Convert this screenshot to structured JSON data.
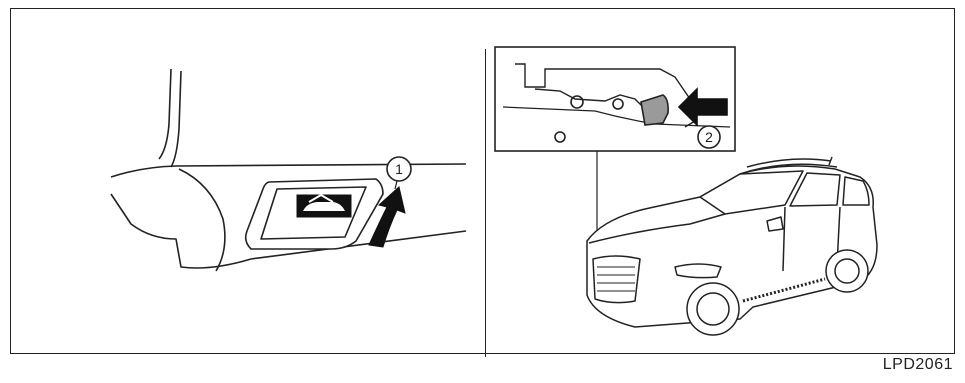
{
  "figure": {
    "id": "LPD2061",
    "callouts": [
      "1",
      "2"
    ]
  },
  "icons": {
    "release_lever": "hood-release-car-icon",
    "pull_arrow": "curved-up-arrow-icon",
    "push_arrow": "left-arrow-icon",
    "vehicle": "suv-vehicle-icon",
    "latch": "hood-latch-detail-icon"
  },
  "colors": {
    "line": "#222222",
    "fill": "#ffffff",
    "shade": "#9a9a9a",
    "dark": "#111111"
  }
}
